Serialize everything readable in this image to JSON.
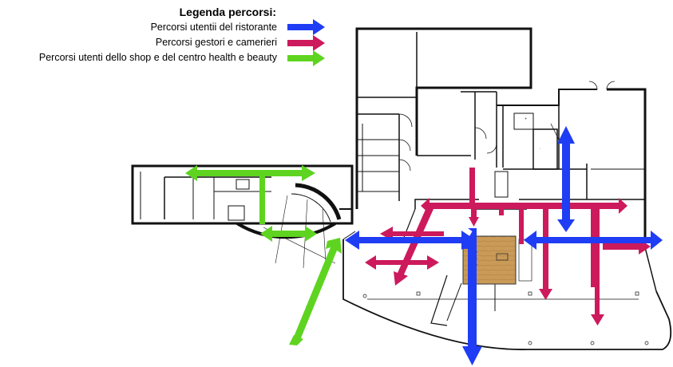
{
  "legend": {
    "title": "Legenda percorsi:",
    "items": [
      {
        "label": "Percorsi utentii del ristorante",
        "color": "#1f3df5",
        "icon": "blue-arrow-icon"
      },
      {
        "label": "Percorsi gestori e camerieri",
        "color": "#cc1a5c",
        "icon": "crimson-arrow-icon"
      },
      {
        "label": "Percorsi utenti dello shop e del centro health e beauty",
        "color": "#5ed420",
        "icon": "green-arrow-icon"
      }
    ]
  },
  "plan_labels": {
    "room_a": "",
    "room_b": ""
  },
  "colors": {
    "walls": "#111111",
    "floor_highlight": "#c79a55"
  }
}
